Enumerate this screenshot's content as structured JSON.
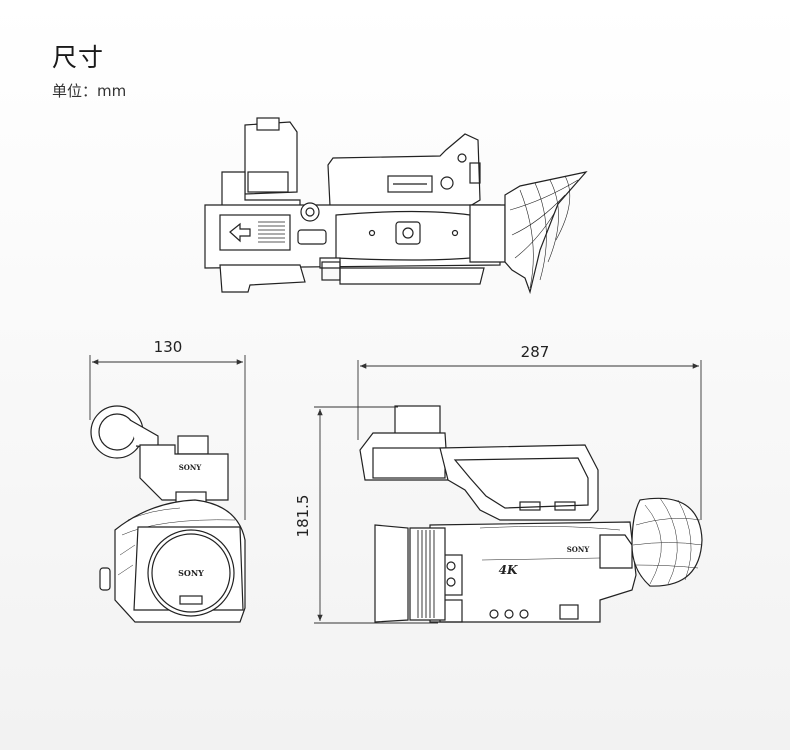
{
  "header": {
    "title": "尺寸",
    "unit_label": "单位：mm"
  },
  "dimensions": {
    "width": "130",
    "length": "287",
    "height": "181.5"
  },
  "markings": {
    "brand_front": "SONY",
    "brand_side": "SONY",
    "badge_4k": "4K"
  },
  "colors": {
    "line": "#222222",
    "dimension_line": "#333333"
  }
}
